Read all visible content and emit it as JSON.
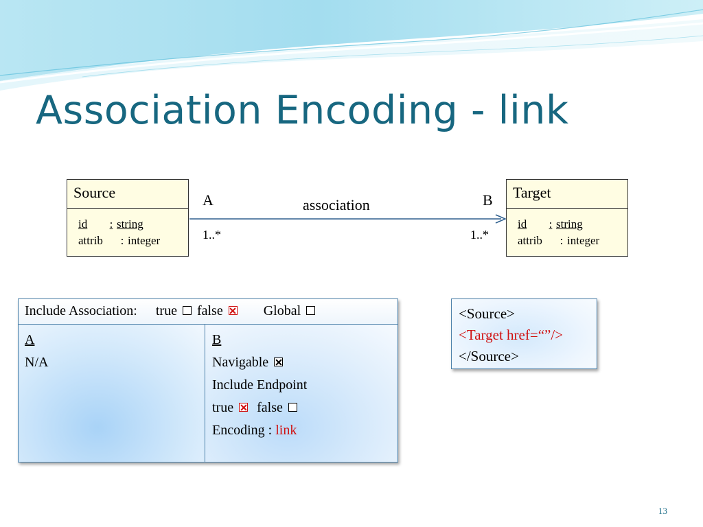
{
  "slide": {
    "title": "Association Encoding - link",
    "page_number": "13"
  },
  "diagram": {
    "source_class": {
      "name": "Source",
      "attributes": [
        {
          "name": "id",
          "sep": ":",
          "type": "string"
        },
        {
          "name": "attrib",
          "sep": ":",
          "type": "integer"
        }
      ]
    },
    "target_class": {
      "name": "Target",
      "attributes": [
        {
          "name": "id",
          "sep": ":",
          "type": "string"
        },
        {
          "name": "attrib",
          "sep": ":",
          "type": "integer"
        }
      ]
    },
    "association": {
      "label": "association",
      "end_a_role": "A",
      "end_b_role": "B",
      "end_a_multiplicity": "1..*",
      "end_b_multiplicity": "1..*"
    }
  },
  "options_table": {
    "header": {
      "label": "Include Association:",
      "true_label": "true",
      "true_checked": false,
      "false_label": "false",
      "false_checked": true,
      "global_label": "Global",
      "global_checked": false
    },
    "column_a": {
      "heading": "A",
      "value": "N/A"
    },
    "column_b": {
      "heading": "B",
      "navigable_label": "Navigable",
      "navigable_checked": true,
      "include_endpoint_label": "Include Endpoint",
      "endpoint_true_label": "true",
      "endpoint_true_checked": true,
      "endpoint_false_label": "false",
      "endpoint_false_checked": false,
      "encoding_label": "Encoding :",
      "encoding_value": "link"
    }
  },
  "xml_example": {
    "line1": "<Source>",
    "line2": "<Target href=“”/>",
    "line3": "</Source>"
  },
  "colors": {
    "title": "#176780",
    "highlight_red": "#d01010",
    "class_fill": "#fffde3",
    "association_line": "#2e5f8e"
  }
}
